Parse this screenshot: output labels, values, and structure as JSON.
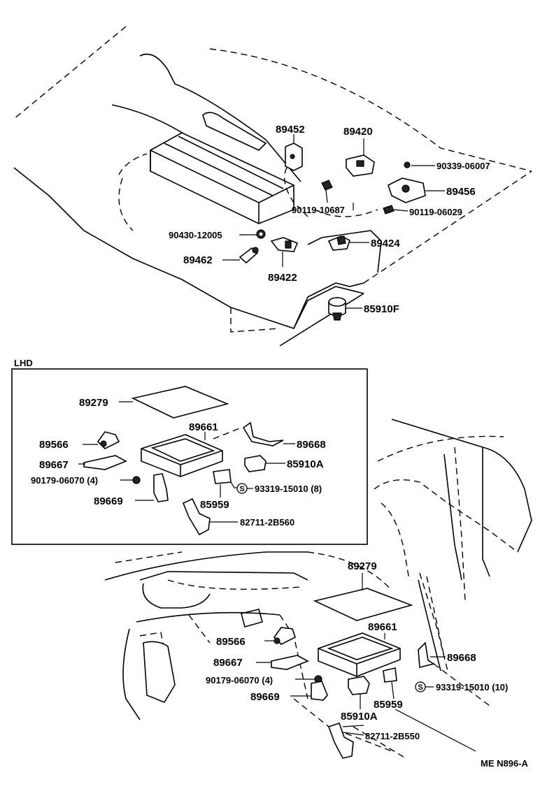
{
  "top_callouts": {
    "p89452": "89452",
    "p89420": "89420",
    "p90339": "90339-06007",
    "p89456": "89456",
    "p90119a": "90119-10687",
    "p90119b": "90119-06029",
    "p90430": "90430-12005",
    "p89424": "89424",
    "p89462": "89462",
    "p89422": "89422",
    "p85910F": "85910F"
  },
  "lhd_box": {
    "title": "LHD",
    "p89279": "89279",
    "p89661": "89661",
    "p89566": "89566",
    "p89668": "89668",
    "p89667": "89667",
    "p85910A": "85910A",
    "p90179": "90179-06070 (4)",
    "p93319": "93319-15010 (8)",
    "s_mark": "S",
    "p89669": "89669",
    "p85959": "85959",
    "p82711": "82711-2B560"
  },
  "bottom_callouts": {
    "p89279": "89279",
    "p89661": "89661",
    "p89566": "89566",
    "p89668": "89668",
    "p89667": "89667",
    "p90179": "90179-06070 (4)",
    "p93319": "93319-15010 (10)",
    "s_mark": "S",
    "p89669": "89669",
    "p85959": "85959",
    "p85910A": "85910A",
    "p82711": "82711-2B550"
  },
  "figure_code": "ME N896-A"
}
